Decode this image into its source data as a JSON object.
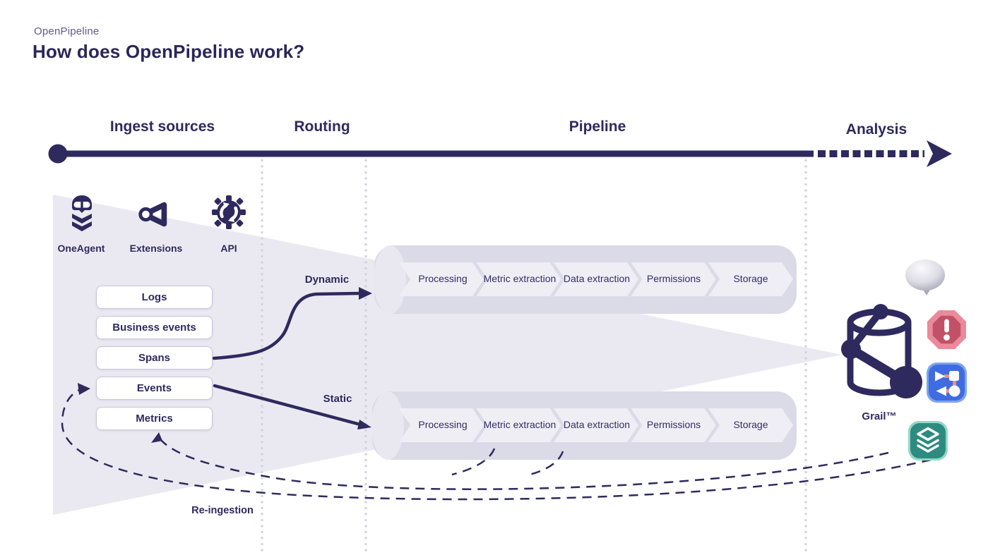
{
  "header": {
    "eyebrow": "OpenPipeline",
    "title": "How does OpenPipeline work?"
  },
  "sections": {
    "ingest": "Ingest sources",
    "routing": "Routing",
    "pipeline": "Pipeline",
    "analysis": "Analysis"
  },
  "sources": [
    {
      "label": "OneAgent",
      "icon": "oneagent-icon"
    },
    {
      "label": "Extensions",
      "icon": "extensions-icon"
    },
    {
      "label": "API",
      "icon": "api-icon"
    }
  ],
  "data_types": [
    {
      "label": "Logs"
    },
    {
      "label": "Business events"
    },
    {
      "label": "Spans"
    },
    {
      "label": "Events"
    },
    {
      "label": "Metrics"
    }
  ],
  "routing": {
    "dynamic": "Dynamic",
    "static": "Static"
  },
  "pipeline_steps": [
    "Processing",
    "Metric extraction",
    "Data extraction",
    "Permissions",
    "Storage"
  ],
  "analysis": {
    "grail": "Grail™",
    "icons": [
      "davis-ai-bubble-icon",
      "problems-alert-icon",
      "workflows-icon",
      "layers-icon",
      "grail-database-icon"
    ]
  },
  "reingestion": {
    "label": "Re-ingestion"
  },
  "colors": {
    "navy": "#2e2a5e",
    "funnel": "#eae9f1",
    "cylinder": "#dbdae7",
    "chevron_band": "#efeef5",
    "box_border": "#c9c7da",
    "dotted_guide": "#d2d1dc",
    "eyebrow_text": "#5f5b8a",
    "problems_red": "#c25168",
    "problems_pink": "#ea8b9c",
    "workflows_blue": "#3f6ce0",
    "layers_teal": "#2e8b80",
    "link_pink": "#e98b94"
  }
}
